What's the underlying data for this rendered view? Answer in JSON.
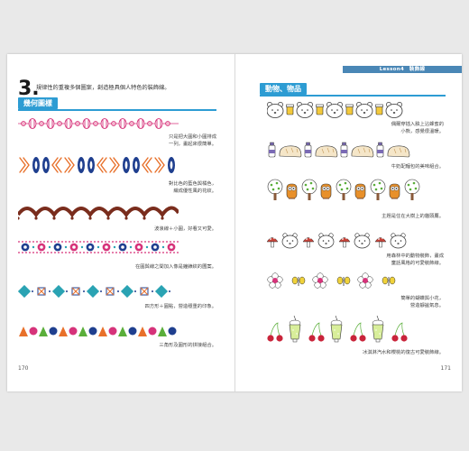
{
  "left_page": {
    "step_number": "3.",
    "step_text": "規律性的重複多個圖案，創造極具個人特色的裝飾線。",
    "section_tag": "幾何圖樣",
    "captions": [
      [
        "只是把大圓和小圓排成",
        "一列，畫起來很簡單。"
      ],
      [
        "對比色的藍色與橘色，",
        "織成優性風的花紋。"
      ],
      [
        "波浪線＋小圓，好看又可愛。"
      ],
      [
        "在圓與線之間加入像是鐘錶紋的圖案。"
      ],
      [
        "四方形＋圓點，營造穩重的印象。"
      ],
      [
        "三角形及圓形的拼接組合。"
      ]
    ],
    "page_number": "170"
  },
  "right_page": {
    "lesson_label": "Lesson4　裝飾線",
    "section_tag": "動物、物品",
    "captions": [
      [
        "偶爾穿插入臉上沾蜂蜜的",
        "小熊，感覺很溫暖。"
      ],
      [
        "牛奶配麵包的美味組合。"
      ],
      [
        "主題是住在大樹上的貓頭鷹。"
      ],
      [
        "用森林中的動物裝飾，畫成",
        "童話風格的可愛裝飾線。"
      ],
      [
        "簡單的蝴蝶與小花，",
        "營造靜謐氣息。"
      ],
      [
        "冰淇淋汽水和櫻桃的復古可愛裝飾線。"
      ]
    ],
    "page_number": "171"
  },
  "colors": {
    "accent_blue": "#2d9cd3",
    "header_blue": "#4a87b6",
    "magenta": "#d6337a",
    "orange": "#e8702a",
    "navy": "#1f3f8f",
    "brown": "#7a2d1d",
    "teal": "#2aa3b3",
    "green": "#5aae3a"
  }
}
